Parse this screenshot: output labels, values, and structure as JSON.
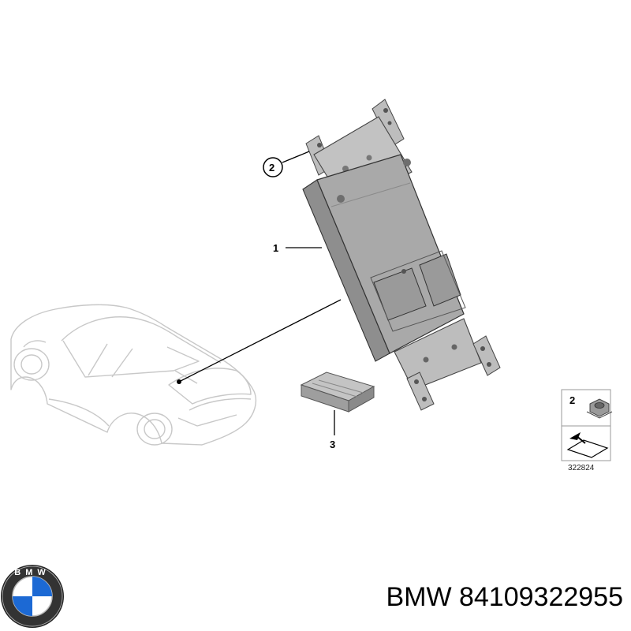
{
  "callouts": {
    "part_1": "1",
    "part_2": "2",
    "part_3": "3"
  },
  "legend": {
    "item_number": "2",
    "diagram_number": "322824"
  },
  "logo": {
    "brand_text": "BMW"
  },
  "caption": {
    "brand": "BMW",
    "part_number": "84109322955"
  },
  "colors": {
    "module_face": "#a9a9a9",
    "module_side": "#8e8e8e",
    "bracket": "#bdbdbd",
    "car_outline": "#c8c8c8",
    "logo_blue": "#1c69d4"
  }
}
